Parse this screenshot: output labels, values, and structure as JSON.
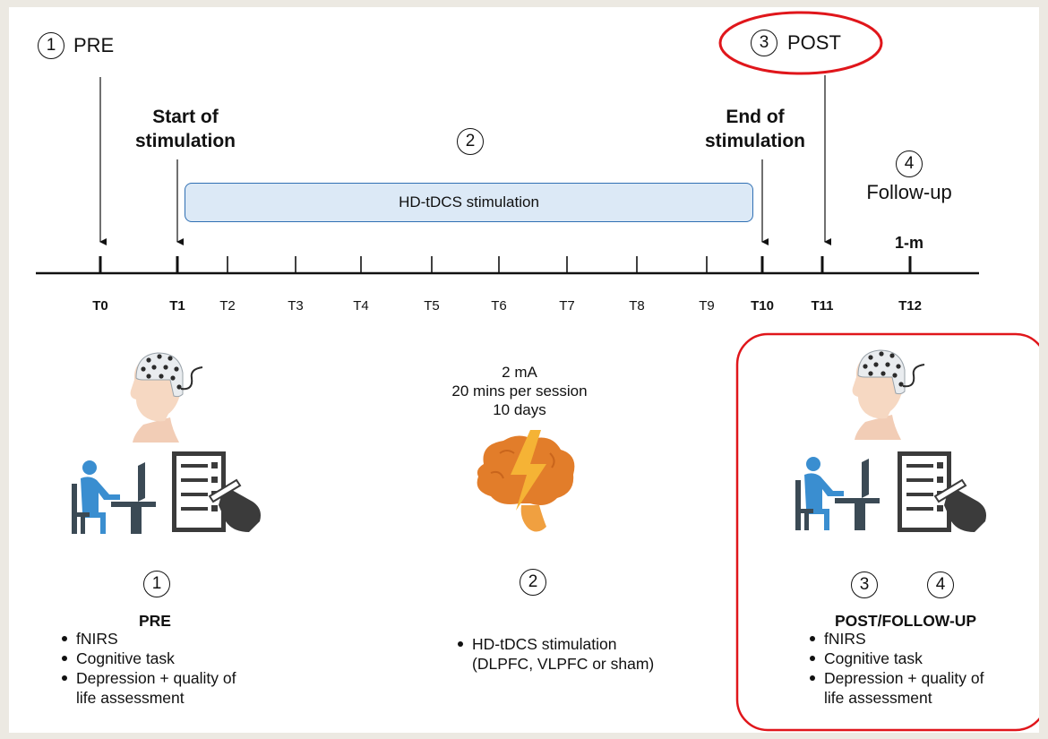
{
  "phases": {
    "pre": {
      "number": "1",
      "label": "PRE"
    },
    "stim": {
      "number": "2"
    },
    "post": {
      "number": "3",
      "label": "POST"
    },
    "follow": {
      "number": "4",
      "label": "Follow-up"
    }
  },
  "markers": {
    "start": "Start of stimulation",
    "start_line1": "Start of",
    "start_line2": "stimulation",
    "end_line1": "End of",
    "end_line2": "stimulation",
    "one_month": "1-m"
  },
  "stim_bar": {
    "label": "HD-tDCS stimulation",
    "color": "#dce9f6",
    "border": "#2f6fb3"
  },
  "timepoints": [
    "T0",
    "T1",
    "T2",
    "T3",
    "T4",
    "T5",
    "T6",
    "T7",
    "T8",
    "T9",
    "T10",
    "T11",
    "T12"
  ],
  "bold_timepoints": [
    "T0",
    "T1",
    "T10",
    "T11",
    "T12"
  ],
  "protocol": {
    "line1": "2 mA",
    "line2": "20 mins per session",
    "line3": "10 days"
  },
  "pre_panel": {
    "number": "1",
    "title": "PRE",
    "items": [
      "fNIRS",
      "Cognitive task",
      "Depression + quality of",
      "life assessment"
    ]
  },
  "stim_panel": {
    "number": "2",
    "items": [
      "HD-tDCS stimulation",
      "(DLPFC, VLPFC or sham)"
    ]
  },
  "post_panel": {
    "number_a": "3",
    "number_b": "4",
    "title": "POST/FOLLOW-UP",
    "items": [
      "fNIRS",
      "Cognitive task",
      "Depression + quality of",
      "life assessment"
    ]
  },
  "colors": {
    "highlight": "#e0161b",
    "brain": "#e27d2a",
    "bolt": "#f5b335",
    "person": "#3a8ed0",
    "desk": "#3b4a55"
  },
  "icons": [
    "eeg-head-icon",
    "person-at-computer-icon",
    "questionnaire-icon",
    "brain-stimulation-icon"
  ]
}
